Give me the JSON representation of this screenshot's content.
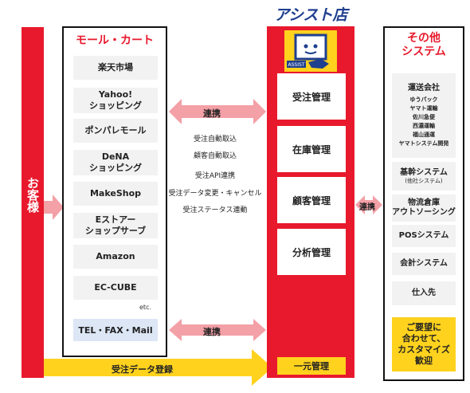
{
  "customer": {
    "label": "お客様"
  },
  "mall": {
    "heading": "モール・カート",
    "items": [
      {
        "label": "楽天市場"
      },
      {
        "label": "Yahoo!\nショッピング"
      },
      {
        "label": "ポンパレモール"
      },
      {
        "label": "DeNA\nショッピング"
      },
      {
        "label": "MakeShop"
      },
      {
        "label": "Eストアー\nショップサーブ"
      },
      {
        "label": "Amazon"
      },
      {
        "label": "EC-CUBE"
      }
    ],
    "etc": "etc.",
    "tel": "TEL・FAX・Mail"
  },
  "assist": {
    "logo": "アシスト店長",
    "mascot_card": "ASSIST",
    "items": [
      {
        "label": "受注管理"
      },
      {
        "label": "在庫管理"
      },
      {
        "label": "顧客管理"
      },
      {
        "label": "分析管理"
      }
    ],
    "unified": "一元管理"
  },
  "links": {
    "renkei_top": "連携",
    "renkei_right": "連携",
    "renkei_bottom": "連携",
    "features": [
      "受注自動取込",
      "顧客自動取込",
      "受注API連携",
      "受注データ変更・キャンセル",
      "受注ステータス連動"
    ],
    "order_registration": "受注データ登録"
  },
  "other": {
    "heading_line1": "その他",
    "heading_line2": "システム",
    "transport_title": "運送会社",
    "carriers": [
      "ゆうパック",
      "ヤマト運輸",
      "佐川急便",
      "西濃運輸",
      "福山通運",
      "ヤマトシステム開発"
    ],
    "core_title": "基幹システム",
    "core_sub": "(他社システム)",
    "logistics_line1": "物流倉庫",
    "logistics_line2": "アウトソーシング",
    "pos": "POSシステム",
    "accounting": "会計システム",
    "supplier": "仕入先",
    "custom_lines": [
      "ご要望に",
      "合わせて、",
      "カスタマイズ",
      "歓迎"
    ]
  },
  "colors": {
    "red": "#e8192c",
    "pink_arrow": "#f3a0a6",
    "yellow": "#ffd21e",
    "navy": "#1f3f8f",
    "gray_box": "#f2f2f2",
    "blue_box": "#dce6f5"
  }
}
